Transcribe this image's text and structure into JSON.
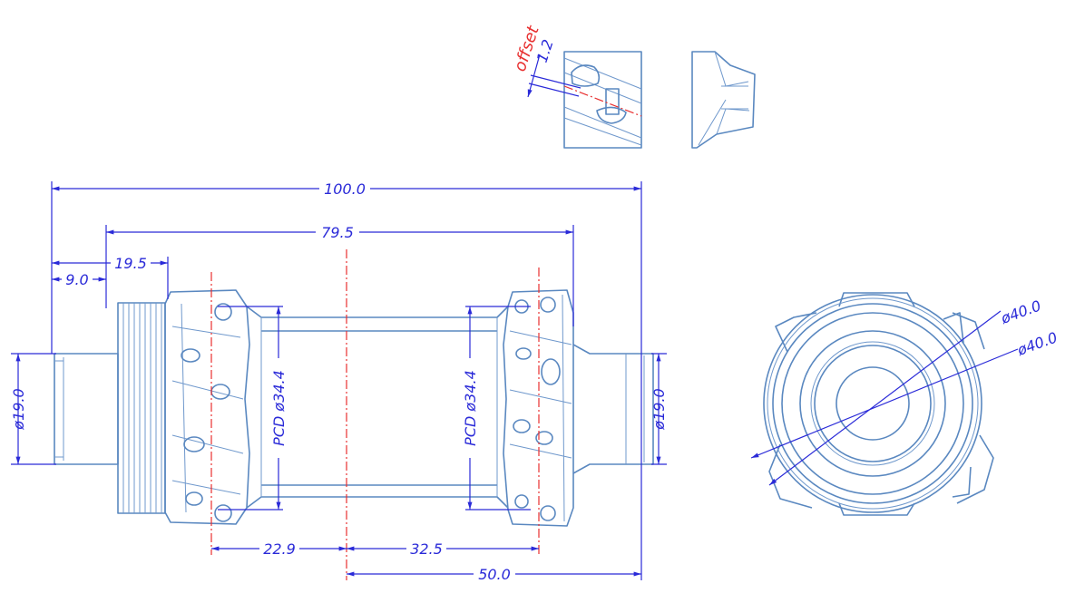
{
  "drawing": {
    "subject": "hub",
    "colors": {
      "part": "#5a88c0",
      "dimension": "#2a2ad8",
      "centerline": "#e83030"
    },
    "detail": {
      "offset_label": "offset",
      "offset_value": "1.2"
    },
    "dimensions": {
      "overall_length": "100.0",
      "flange_span": "79.5",
      "left_19_5": "19.5",
      "left_9_0": "9.0",
      "left_end_dia": "ø19.0",
      "right_end_dia": "ø19.0",
      "left_pcd": "PCD ø34.4",
      "right_pcd": "PCD ø34.4",
      "left_flange_offset": "22.9",
      "right_flange_offset": "32.5",
      "half_length": "50.0"
    },
    "end_view": {
      "dia_1": "ø40.0",
      "dia_2": "ø40.0"
    }
  }
}
